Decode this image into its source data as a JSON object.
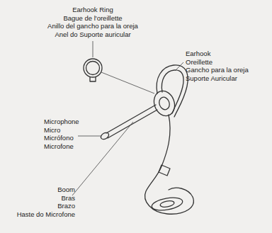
{
  "diagram": {
    "labels": [
      "Earhook Ring",
      "Bague de l'oreillette",
      "Anillo del gancho para la oreja",
      "Anel do Suporte auricular",
      "Earhook",
      "Oreillette",
      "Gancho para la oreja",
      "Suporte Auricular",
      "Microphone",
      "Micro",
      "Micrófono",
      "Microfone",
      "Boom",
      "Bras",
      "Brazo",
      "Haste do Microfone"
    ]
  }
}
